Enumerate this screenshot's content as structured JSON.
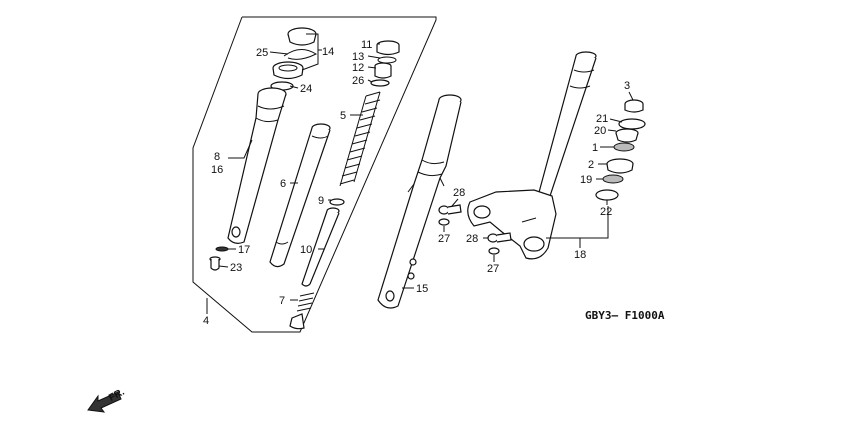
{
  "diagram": {
    "code": "GBY3— F1000A",
    "direction": "FR.",
    "callouts": [
      "25",
      "14",
      "24",
      "8",
      "16",
      "17",
      "23",
      "4",
      "6",
      "11",
      "13",
      "12",
      "26",
      "5",
      "9",
      "10",
      "7",
      "15",
      "3",
      "21",
      "20",
      "1",
      "2",
      "19",
      "22",
      "28",
      "27",
      "28",
      "27",
      "18"
    ]
  }
}
